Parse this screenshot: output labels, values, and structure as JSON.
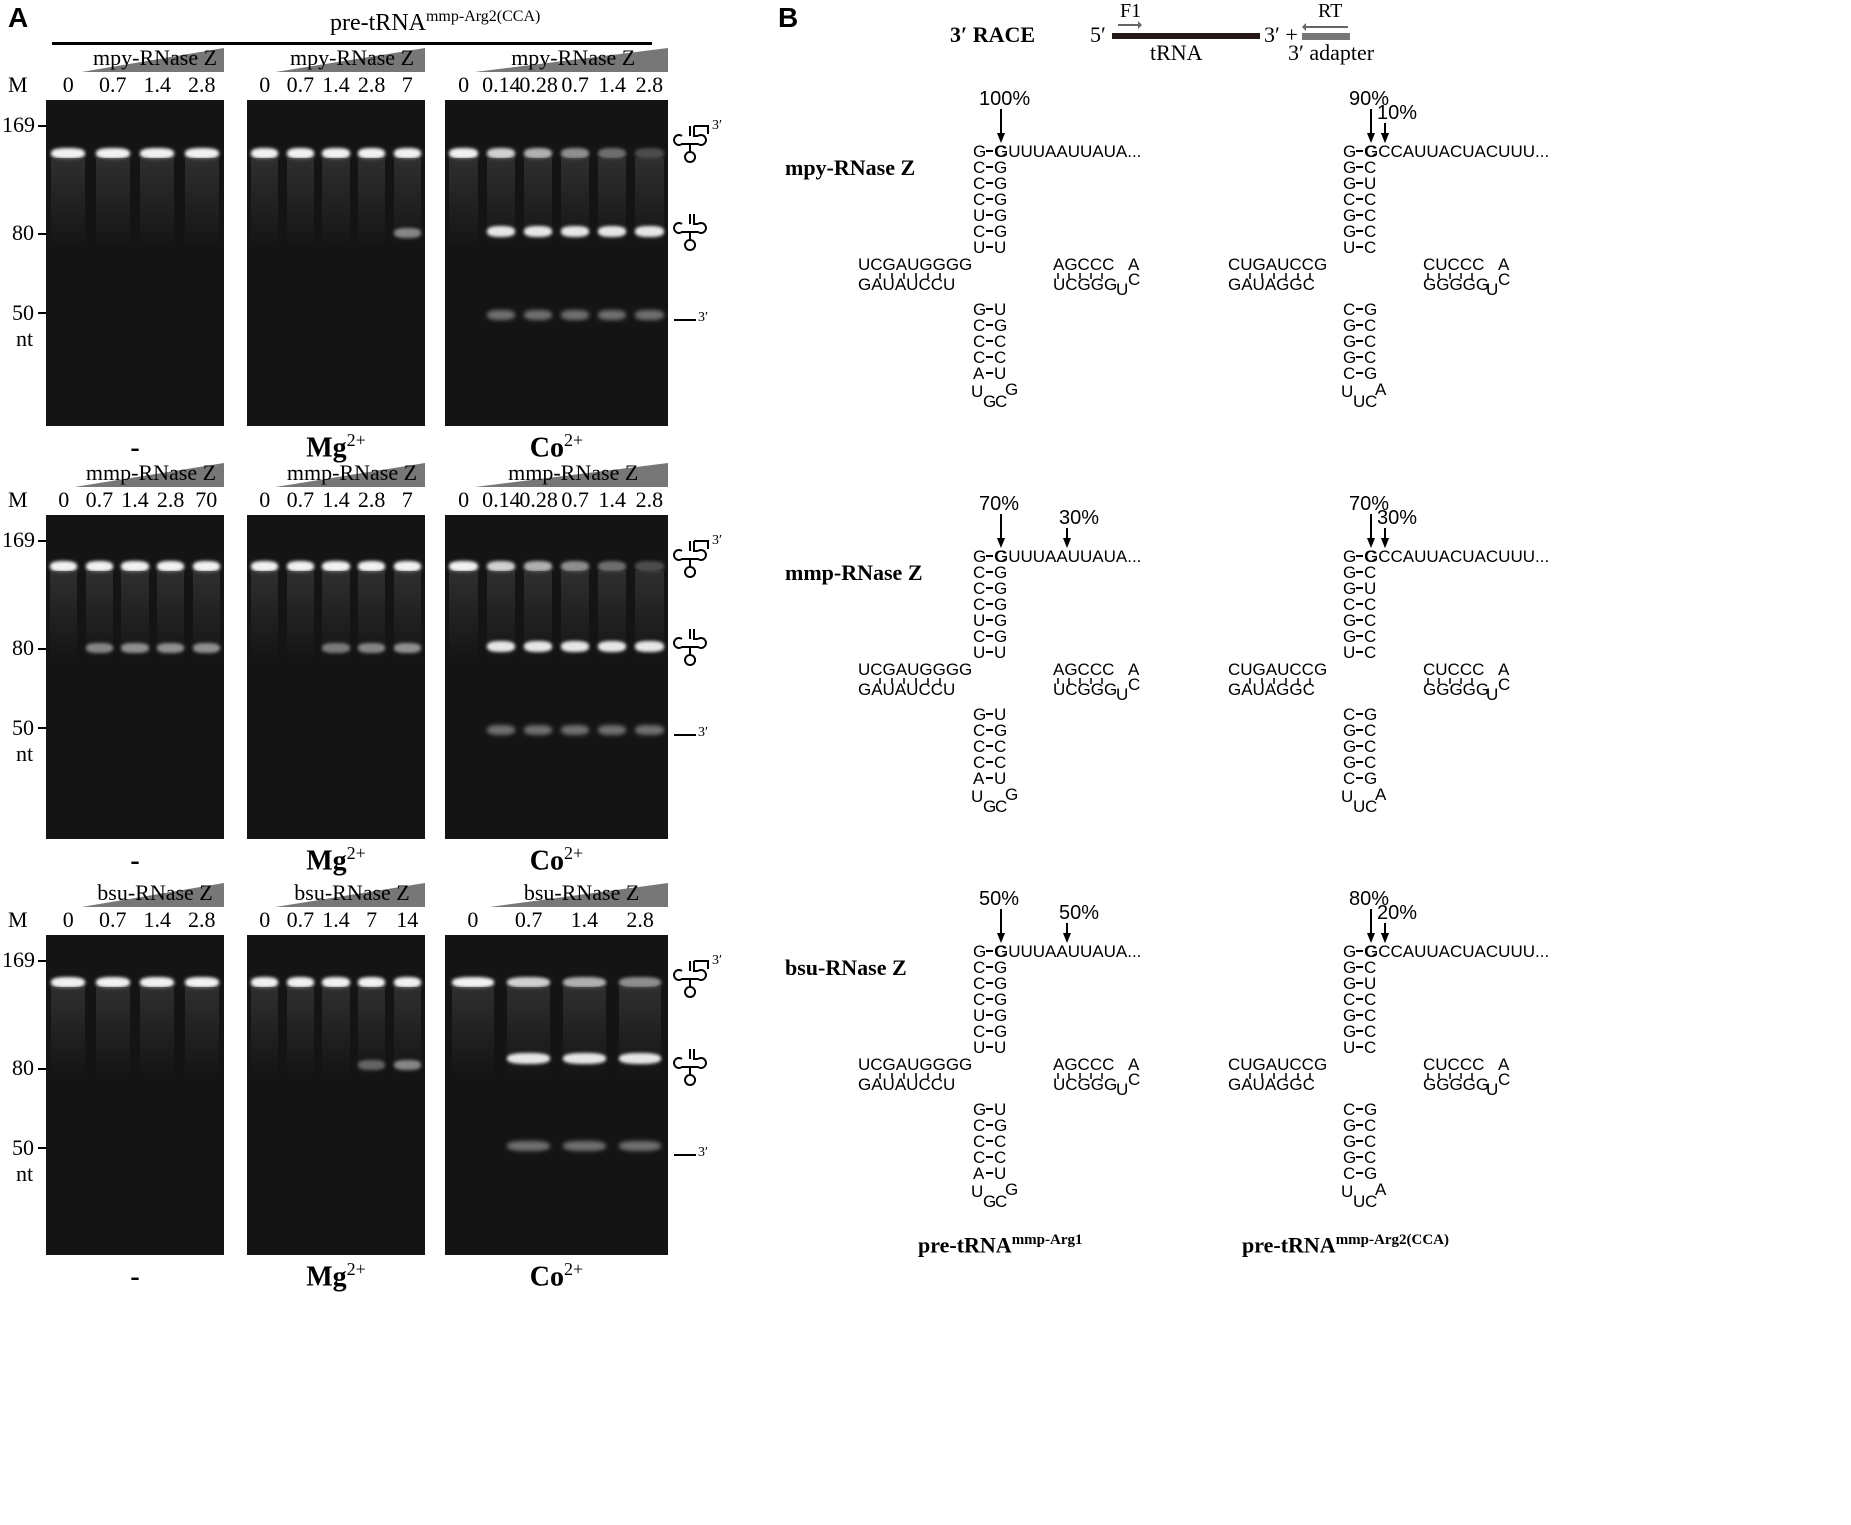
{
  "panel_a": {
    "letter": "A",
    "top_title_main": "pre-tRNA",
    "top_title_sup": "mmp-Arg2(CCA)",
    "marker_header": "M",
    "marker_169": "169",
    "marker_80": "80",
    "marker_50": "50",
    "marker_nt": "nt",
    "three_prime": "3′",
    "rows": [
      {
        "gels": [
          {
            "enzyme": "mpy-RNase Z",
            "concs": [
              "0",
              "0.7",
              "1.4",
              "2.8"
            ],
            "ion": "-",
            "ion_sup": ""
          },
          {
            "enzyme": "mpy-RNase Z",
            "concs": [
              "0",
              "0.7",
              "1.4",
              "2.8",
              "7"
            ],
            "ion": "Mg",
            "ion_sup": "2+"
          },
          {
            "enzyme": "mpy-RNase Z",
            "concs": [
              "0",
              "0.14",
              "0.28",
              "0.7",
              "1.4",
              "2.8"
            ],
            "ion": "Co",
            "ion_sup": "2+"
          }
        ]
      },
      {
        "gels": [
          {
            "enzyme": "mmp-RNase Z",
            "concs": [
              "0",
              "0.7",
              "1.4",
              "2.8",
              "70"
            ],
            "ion": "-",
            "ion_sup": ""
          },
          {
            "enzyme": "mmp-RNase Z",
            "concs": [
              "0",
              "0.7",
              "1.4",
              "2.8",
              "7"
            ],
            "ion": "Mg",
            "ion_sup": "2+"
          },
          {
            "enzyme": "mmp-RNase Z",
            "concs": [
              "0",
              "0.14",
              "0.28",
              "0.7",
              "1.4",
              "2.8"
            ],
            "ion": "Co",
            "ion_sup": "2+"
          }
        ]
      },
      {
        "gels": [
          {
            "enzyme": "bsu-RNase Z",
            "concs": [
              "0",
              "0.7",
              "1.4",
              "2.8"
            ],
            "ion": "-",
            "ion_sup": ""
          },
          {
            "enzyme": "bsu-RNase Z",
            "concs": [
              "0",
              "0.7",
              "1.4",
              "7",
              "14"
            ],
            "ion": "Mg",
            "ion_sup": "2+"
          },
          {
            "enzyme": "bsu-RNase Z",
            "concs": [
              "0",
              "0.7",
              "1.4",
              "2.8"
            ],
            "ion": "Co",
            "ion_sup": "2+"
          }
        ]
      }
    ]
  },
  "panel_b": {
    "letter": "B",
    "race_label": "3′ RACE",
    "five_prime": "5′",
    "three_prime_plus": "3′ +",
    "f1": "F1",
    "rt": "RT",
    "trna_label": "tRNA",
    "adapter_label": "3′ adapter",
    "rows": [
      {
        "enzyme": "mpy-RNase Z",
        "left_pcts": [
          "100%"
        ],
        "right_pcts": [
          "90%",
          "10%"
        ]
      },
      {
        "enzyme": "mmp-RNase Z",
        "left_pcts": [
          "70%",
          "30%"
        ],
        "right_pcts": [
          "70%",
          "30%"
        ]
      },
      {
        "enzyme": "bsu-RNase Z",
        "left_pcts": [
          "50%",
          "50%"
        ],
        "right_pcts": [
          "80%",
          "20%"
        ]
      }
    ],
    "left_trailer": "GUUUAAUUAUA...",
    "right_trailer": "GCCAUUACUACUUU...",
    "left_name_main": "pre-tRNA",
    "left_name_sup": "mmp-Arg1",
    "right_name_main": "pre-tRNA",
    "right_name_sup": "mmp-Arg2(CCA)"
  },
  "colors": {
    "gel_bg": "#141414",
    "band": "#f2f2f2",
    "wedge": "#777777"
  }
}
